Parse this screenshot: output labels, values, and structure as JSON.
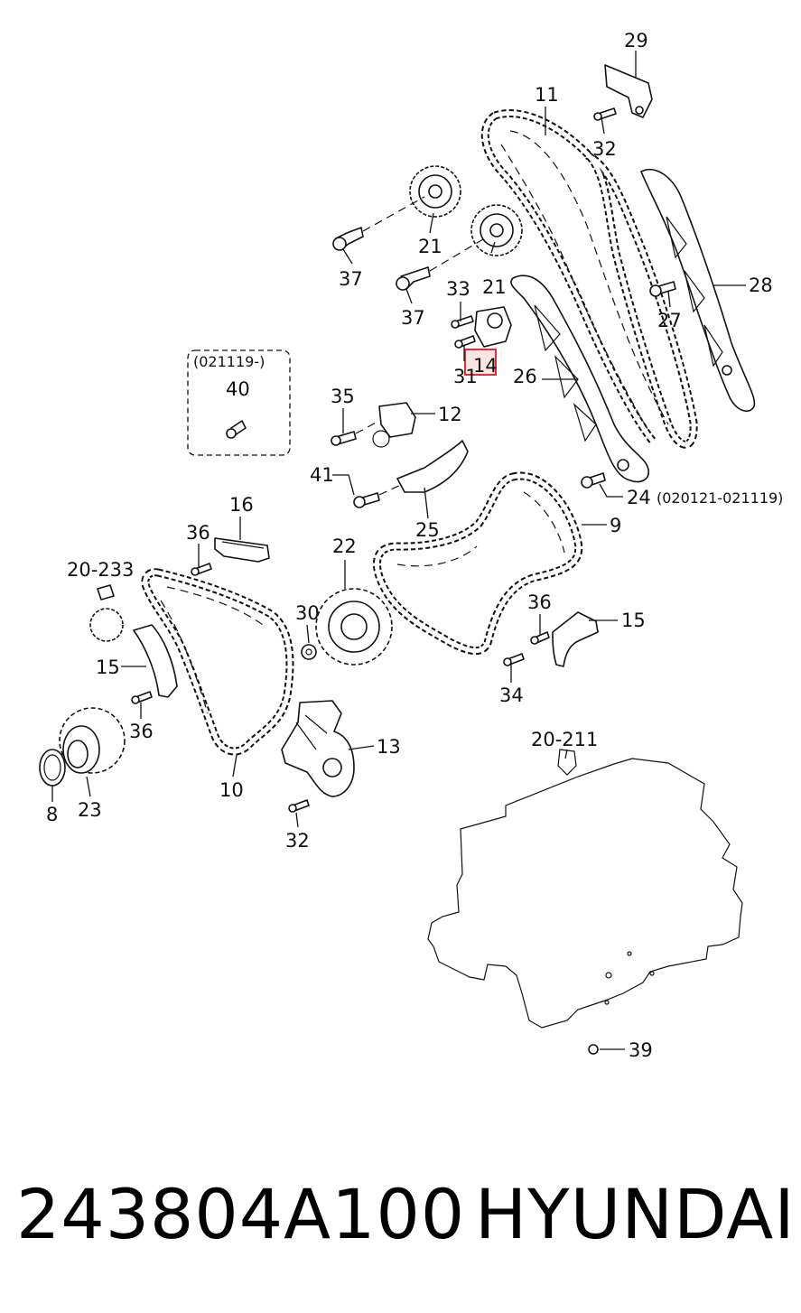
{
  "diagram": {
    "labels": {
      "p29": "29",
      "p11": "11",
      "p32_top": "32",
      "p21_a": "21",
      "p21_b": "21",
      "p37_a": "37",
      "p37_b": "37",
      "p33": "33",
      "p28": "28",
      "p27": "27",
      "p31": "31",
      "p14": "14",
      "p26": "26",
      "p35": "35",
      "p12": "12",
      "p40": "40",
      "p41": "41",
      "p24": "24",
      "p25": "25",
      "p9": "9",
      "p16": "16",
      "p36_a": "36",
      "p22": "22",
      "p20_233": "20-233",
      "p30": "30",
      "p36_b": "36",
      "p15_right": "15",
      "p15_left": "15",
      "p34": "34",
      "p36_c": "36",
      "p13": "13",
      "p8": "8",
      "p23": "23",
      "p10": "10",
      "p32_bottom": "32",
      "p20_211": "20-211",
      "p39": "39"
    },
    "notes": {
      "serial_range_40": "(021119-)",
      "serial_range_24": "(020121-021119)"
    },
    "highlight_color": "#e03030"
  },
  "footer": {
    "part_number": "243804A100",
    "brand": "HYUNDAI"
  }
}
